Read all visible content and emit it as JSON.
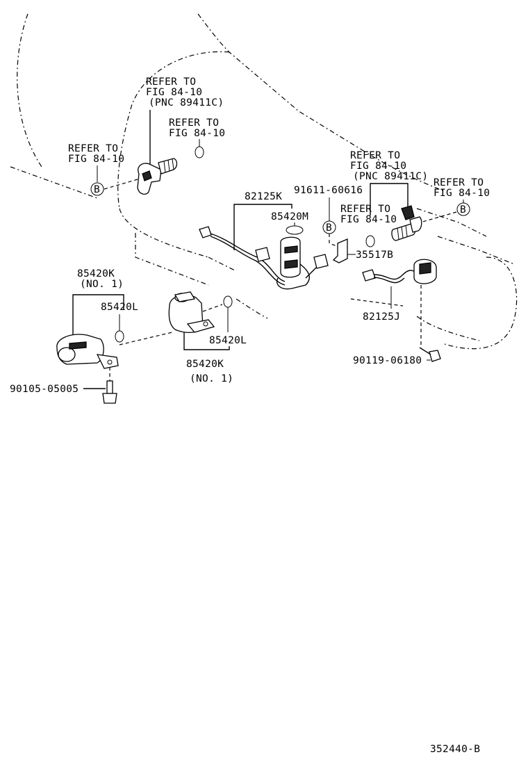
{
  "diagram": {
    "callouts": {
      "refer_a": [
        "REFER TO",
        "FIG 84-10",
        "(PNC 89411C)"
      ],
      "refer_b": [
        "REFER TO",
        "FIG 84-10"
      ],
      "refer_c": [
        "REFER TO",
        "FIG 84-10"
      ],
      "refer_d": [
        "REFER TO",
        "FIG 84-10",
        "(PNC 89411C)"
      ],
      "refer_e": [
        "REFER TO",
        "FIG 84-10"
      ],
      "refer_f": [
        "REFER TO",
        "FIG 84-10"
      ]
    },
    "marker_letter": "B",
    "parts": {
      "p82125K": "82125K",
      "p85420M": "85420M",
      "p91611": "91611-60616",
      "p35517B": "35517B",
      "p82125J": "82125J",
      "p90119": "90119-06180",
      "p85420K_left": [
        "85420K",
        "(NO. 1)"
      ],
      "p85420L_left": "85420L",
      "p85420L_right": "85420L",
      "p85420K_right": [
        "85420K",
        "(NO. 1)"
      ],
      "p90105": "90105-05005"
    },
    "figure_number": "352440-B"
  }
}
